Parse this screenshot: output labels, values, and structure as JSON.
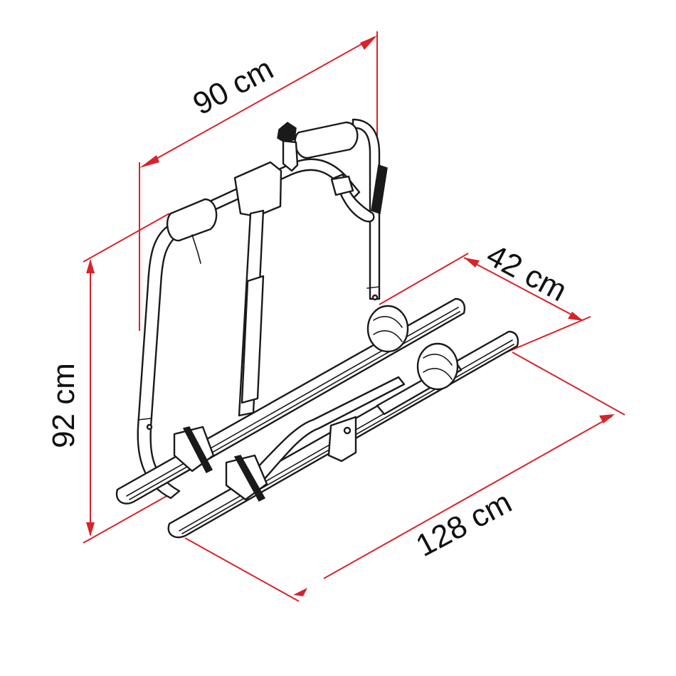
{
  "diagram": {
    "subject": "Bike rack (two wheel rails) with dimension callouts",
    "colors": {
      "dimension_line": "#d8232a",
      "outline": "#1a1a1a",
      "background": "#ffffff"
    },
    "dimensions": {
      "width_top": {
        "label": "90 cm",
        "value": 90,
        "unit": "cm"
      },
      "height": {
        "label": "92 cm",
        "value": 92,
        "unit": "cm"
      },
      "depth": {
        "label": "42 cm",
        "value": 42,
        "unit": "cm"
      },
      "length_bottom": {
        "label": "128 cm",
        "value": 128,
        "unit": "cm"
      }
    }
  }
}
